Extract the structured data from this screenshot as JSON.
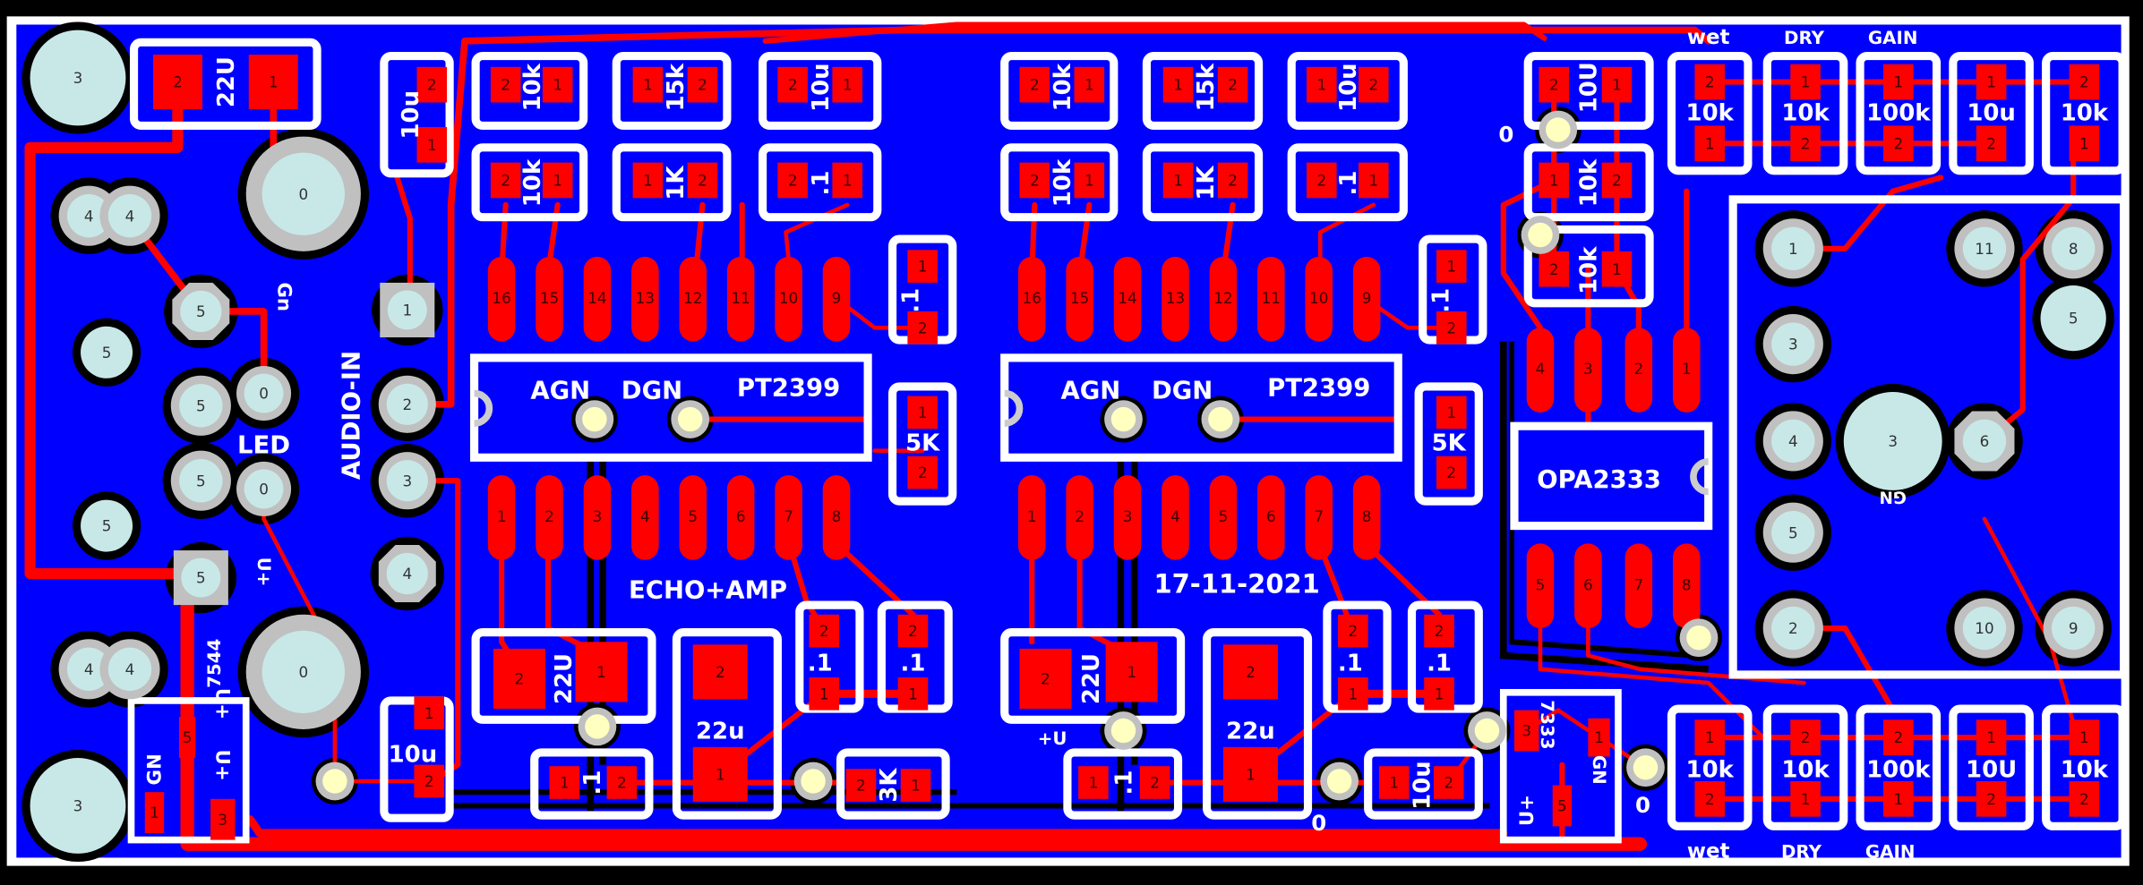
{
  "colors": {
    "background": "#000000",
    "board": "#0000ff",
    "copper": "#ff0000",
    "silkscreen": "#ffffff",
    "pad_ring": "#c0c0c0",
    "pad_core": "#c8e8e8",
    "via_core": "#ffffc0"
  },
  "parts": [
    {
      "value": "22U",
      "pads": [
        "2",
        "1"
      ]
    },
    {
      "value": "10u",
      "pads": [
        "2",
        "1"
      ]
    },
    {
      "value": "10k",
      "pads": [
        "2",
        "1"
      ]
    },
    {
      "value": "15k",
      "pads": [
        "1",
        "2"
      ]
    },
    {
      "value": "10u",
      "pads": [
        "2",
        "1"
      ]
    },
    {
      "value": "10k",
      "pads": [
        "2",
        "1"
      ]
    },
    {
      "value": "1K",
      "pads": [
        "1",
        "2"
      ]
    },
    {
      "value": ".1",
      "pads": [
        "2",
        "1"
      ]
    },
    {
      "value": "10k",
      "pads": [
        "2",
        "1"
      ]
    },
    {
      "value": "15k",
      "pads": [
        "1",
        "2"
      ]
    },
    {
      "value": "10u",
      "pads": [
        "1",
        "2"
      ]
    },
    {
      "value": "10k",
      "pads": [
        "2",
        "1"
      ]
    },
    {
      "value": "1K",
      "pads": [
        "1",
        "2"
      ]
    },
    {
      "value": ".1",
      "pads": [
        "2",
        "1"
      ]
    },
    {
      "value": ".1",
      "pads": [
        "1",
        "2"
      ]
    },
    {
      "value": "5K",
      "pads": [
        "1",
        "2"
      ]
    },
    {
      "value": ".1",
      "pads": [
        "1",
        "2"
      ]
    },
    {
      "value": "5K",
      "pads": [
        "1",
        "2"
      ]
    },
    {
      "value": "22U",
      "pads": [
        "2",
        "1"
      ]
    },
    {
      "value": "22u",
      "pads": [
        "2",
        "1"
      ]
    },
    {
      "value": ".1",
      "pads": [
        "2",
        "1"
      ]
    },
    {
      "value": ".1",
      "pads": [
        "2",
        "1"
      ]
    },
    {
      "value": ".1",
      "pads": [
        "1",
        "2"
      ]
    },
    {
      "value": "3K",
      "pads": [
        "2",
        "1"
      ]
    },
    {
      "value": "10u",
      "pads": [
        "1",
        "2"
      ]
    },
    {
      "value": "22U",
      "pads": [
        "2",
        "1"
      ]
    },
    {
      "value": "22u",
      "pads": [
        "2",
        "1"
      ]
    },
    {
      "value": ".1",
      "pads": [
        "2",
        "1"
      ]
    },
    {
      "value": ".1",
      "pads": [
        "2",
        "1"
      ]
    },
    {
      "value": ".1",
      "pads": [
        "1",
        "2"
      ]
    },
    {
      "value": "10u",
      "pads": [
        "1",
        "2"
      ]
    },
    {
      "value": "10U",
      "pads": [
        "2",
        "1"
      ]
    },
    {
      "value": "10k",
      "pads": [
        "1",
        "2"
      ]
    },
    {
      "value": "10k",
      "pads": [
        "2",
        "1"
      ]
    },
    {
      "value": "10k",
      "pads": [
        "2",
        "1"
      ]
    },
    {
      "value": "10k",
      "pads": [
        "1",
        "2"
      ]
    },
    {
      "value": "100k",
      "pads": [
        "1",
        "2"
      ]
    },
    {
      "value": "10u",
      "pads": [
        "1",
        "2"
      ]
    },
    {
      "value": "10k",
      "pads": [
        "2",
        "1"
      ]
    },
    {
      "value": "10k",
      "pads": [
        "1",
        "2"
      ]
    },
    {
      "value": "10k",
      "pads": [
        "2",
        "1"
      ]
    },
    {
      "value": "100k",
      "pads": [
        "2",
        "1"
      ]
    },
    {
      "value": "10U",
      "pads": [
        "1",
        "2"
      ]
    },
    {
      "value": "10k",
      "pads": [
        "1",
        "2"
      ]
    }
  ],
  "ics": [
    {
      "name": "PT2399",
      "agn": "AGN",
      "dgn": "DGN",
      "pins_top": [
        "16",
        "15",
        "14",
        "13",
        "12",
        "11",
        "10",
        "9"
      ],
      "pins_bottom": [
        "1",
        "2",
        "3",
        "4",
        "5",
        "6",
        "7",
        "8"
      ]
    },
    {
      "name": "PT2399",
      "agn": "AGN",
      "dgn": "DGN",
      "pins_top": [
        "16",
        "15",
        "14",
        "13",
        "12",
        "11",
        "10",
        "9"
      ],
      "pins_bottom": [
        "1",
        "2",
        "3",
        "4",
        "5",
        "6",
        "7",
        "8"
      ]
    }
  ],
  "opamp": {
    "name": "OPA2333",
    "pins_top": [
      "4",
      "3",
      "2",
      "1"
    ],
    "pins_bottom": [
      "5",
      "6",
      "7",
      "8"
    ]
  },
  "holes": [
    "3",
    "3",
    "0",
    "0",
    "4",
    "4",
    "4",
    "4",
    "5",
    "5",
    "5",
    "0",
    "5",
    "0",
    "5",
    "5",
    "1",
    "2",
    "3",
    "4",
    "1",
    "11",
    "8",
    "5",
    "3",
    "4",
    "3",
    "6",
    "5",
    "2",
    "10",
    "9"
  ],
  "smd_pads": [
    "1",
    "3",
    "5",
    "3",
    "1",
    "5"
  ],
  "labels": [
    "Gn",
    "LED",
    "AUDIO-IN",
    "U+",
    "7544",
    "U+",
    "GN",
    "U+",
    "ECHO+AMP",
    "17-11-2021",
    "+U",
    "0",
    "0",
    "7333",
    "GN",
    "U+",
    "0",
    "wet",
    "DRY",
    "GAIN",
    "wet",
    "DRY",
    "GAIN",
    "GN"
  ]
}
